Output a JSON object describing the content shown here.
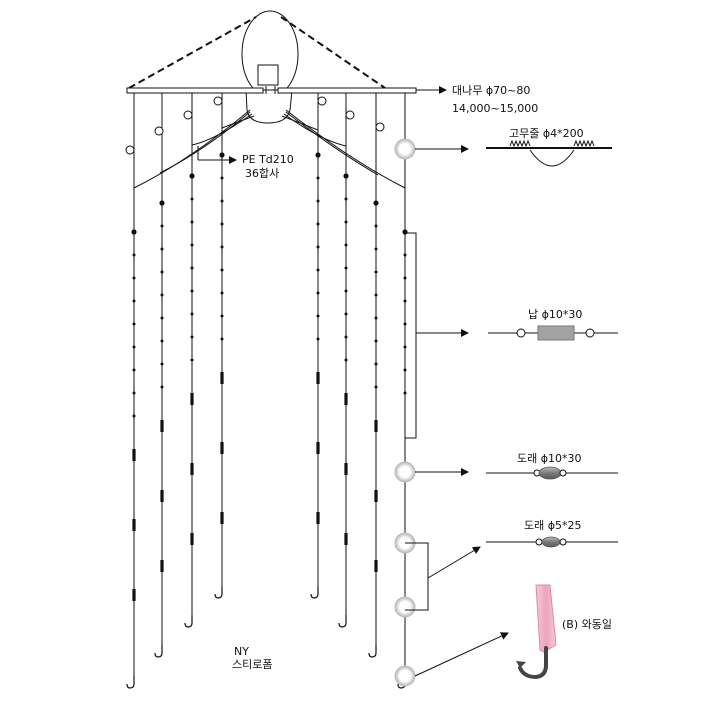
{
  "labels": {
    "bamboo_top": "대나무 ϕ70~80",
    "bamboo_bottom": "14,000~15,000",
    "pe_top": "PE Td210",
    "pe_bottom": "36합사",
    "rubber": "고무줄 ϕ4*200",
    "lead": "납 ϕ10*30",
    "swivel_large": "도래 ϕ10*30",
    "swivel_small": "도래 ϕ5*25",
    "bait": "(B) 와동일",
    "ny_top": "NY",
    "ny_bottom": "스티로폼"
  },
  "colors": {
    "line": "#111111",
    "lead": "#9a9a9a",
    "swivel": "#888888",
    "bait": "#f3b6c8",
    "hook": "#444444",
    "ring": "#cfcfcf"
  }
}
